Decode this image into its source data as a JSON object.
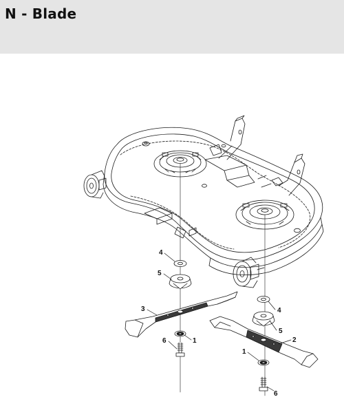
{
  "header": {
    "title": "N - Blade"
  },
  "callouts": {
    "c1a": "1",
    "c1b": "1",
    "c2": "2",
    "c3": "3",
    "c4a": "4",
    "c4b": "4",
    "c5a": "5",
    "c5b": "5",
    "c6a": "6",
    "c6b": "6"
  },
  "colors": {
    "header_bg": "#e5e5e5",
    "line": "#1a1a1a"
  }
}
